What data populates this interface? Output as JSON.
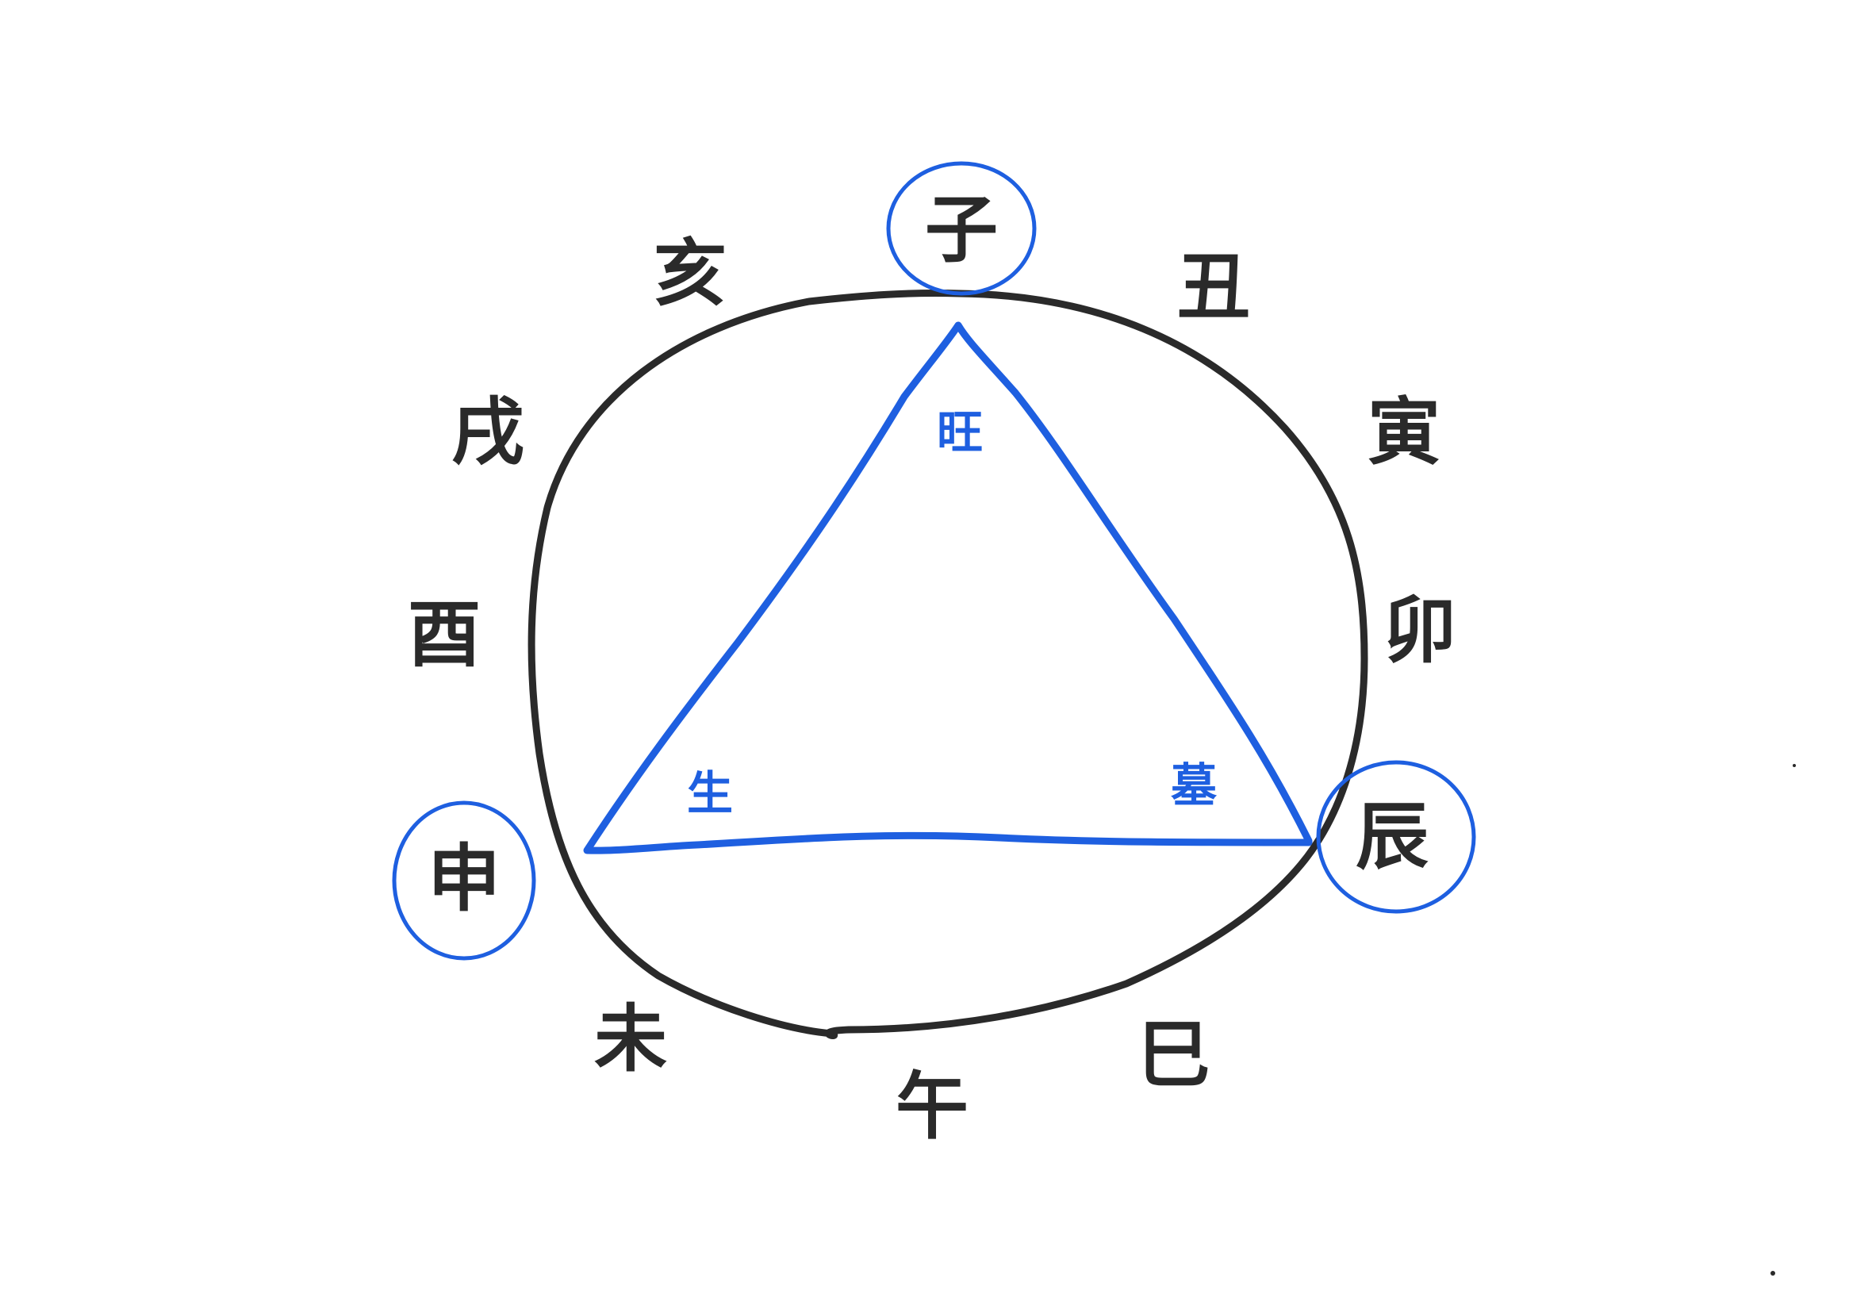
{
  "diagram": {
    "branches": {
      "zi": "子",
      "chou": "丑",
      "yin": "寅",
      "mao": "卯",
      "chen": "辰",
      "si": "巳",
      "wu": "午",
      "wei": "未",
      "shen": "申",
      "you": "酉",
      "xu": "戌",
      "hai": "亥"
    },
    "stages": {
      "birth": "生",
      "peak": "旺",
      "tomb": "墓"
    },
    "colors": {
      "ink": "#2a2a2a",
      "highlight": "#1e5fe0"
    }
  }
}
